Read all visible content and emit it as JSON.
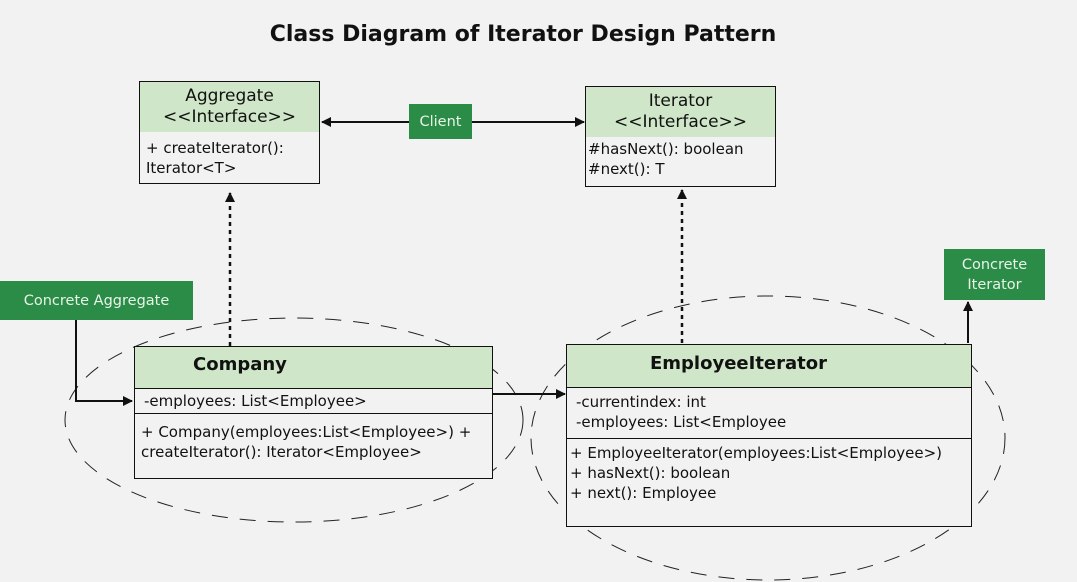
{
  "title": "Class Diagram of Iterator Design Pattern",
  "classes": {
    "aggregate": {
      "name": "Aggregate",
      "stereotype": "<<Interface>>",
      "methods": [
        "+ createIterator():",
        "Iterator<T>"
      ]
    },
    "iterator": {
      "name": "Iterator",
      "stereotype": "<<Interface>>",
      "methods": [
        "#hasNext(): boolean",
        "#next(): T"
      ]
    },
    "company": {
      "name": "Company",
      "attributes": [
        "-employees: List<Employee>"
      ],
      "methods": [
        "+ Company(employees:List<Employee>) +",
        "createIterator(): Iterator<Employee>"
      ]
    },
    "employee_iterator": {
      "name": "EmployeeIterator",
      "attributes": [
        "-currentindex: int",
        "-employees: List<Employee"
      ],
      "methods": [
        "+ EmployeeIterator(employees:List<Employee>)",
        "+ hasNext(): boolean",
        "+ next(): Employee"
      ]
    }
  },
  "labels": {
    "client": "Client",
    "concrete_aggregate": "Concrete Aggregate",
    "concrete_iterator_line1": "Concrete",
    "concrete_iterator_line2": "Iterator"
  },
  "colors": {
    "header_fill": "#cfe7c8",
    "tag_fill": "#2a8c47",
    "background": "#f2f2f2"
  }
}
